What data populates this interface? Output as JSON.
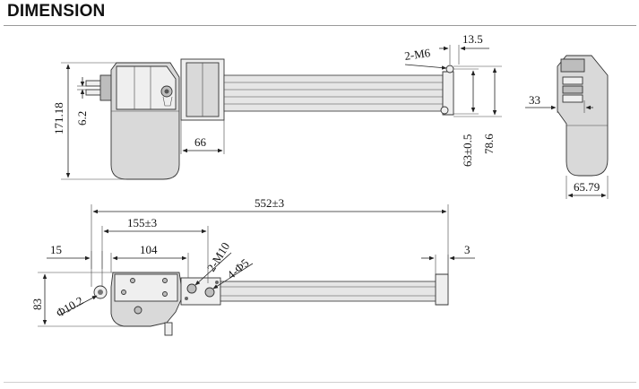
{
  "header": {
    "title": "DIMENSION"
  },
  "dimensions": {
    "top_view": {
      "overall_height": "171.18",
      "connector_offset": "6.2",
      "housing_width": "66",
      "mount_hole": "2-M6",
      "hole_spacing": "13.5",
      "hole_offset": "63±0.5",
      "end_height": "78.6"
    },
    "side_view": {
      "depth": "33",
      "width": "65.79"
    },
    "front_view": {
      "stroke_length": "552±3",
      "base_length": "155±3",
      "motor_length": "104",
      "base_offset": "15",
      "height": "83",
      "pivot_dia": "Φ10.2",
      "screw_holes": "2-M10",
      "small_holes": "4-Φ5",
      "end_tab": "3"
    }
  }
}
